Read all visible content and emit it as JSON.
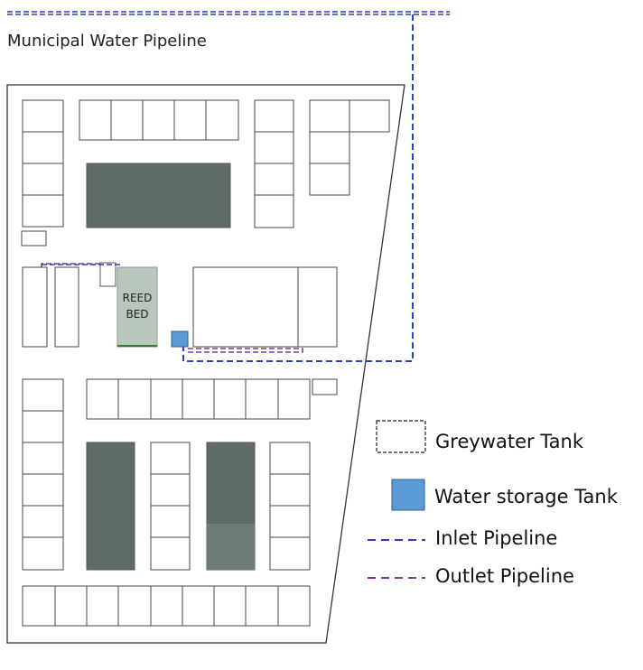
{
  "diagram": {
    "municipal_label": "Municipal Water Pipeline",
    "reed_bed_label_line1": "REED",
    "reed_bed_label_line2": "BED"
  },
  "legend": {
    "greywater_tank": "Greywater Tank",
    "water_storage_tank": "Water storage Tank",
    "inlet_pipeline": "Inlet Pipeline",
    "outlet_pipeline": "Outlet Pipeline"
  },
  "colors": {
    "inlet": "#2b3fc4",
    "outlet": "#7a3f8c",
    "storage_tank": "#5b9bd5",
    "courtyard": "#5f6b67",
    "reed_bed": "#b9c6bb"
  }
}
